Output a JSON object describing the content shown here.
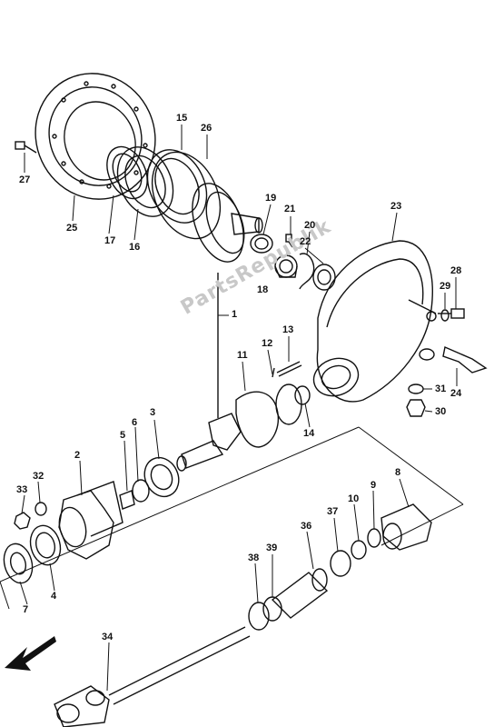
{
  "diagram": {
    "watermark": "PartsRepublik",
    "callouts": [
      "1",
      "2",
      "3",
      "4",
      "5",
      "6",
      "7",
      "8",
      "9",
      "10",
      "11",
      "12",
      "13",
      "14",
      "15",
      "16",
      "17",
      "18",
      "19",
      "20",
      "21",
      "22",
      "23",
      "24",
      "25",
      "26",
      "27",
      "28",
      "29",
      "30",
      "31",
      "32",
      "33",
      "34",
      "36",
      "37",
      "38",
      "39"
    ],
    "line_color": "#111111",
    "background": "#ffffff"
  }
}
